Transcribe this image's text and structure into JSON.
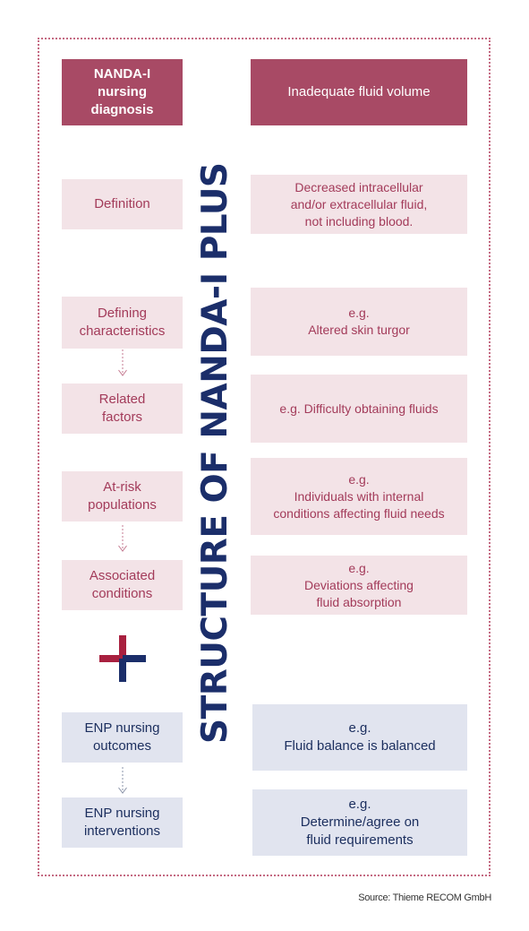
{
  "title": "STRUCTURE OF NANDA-I PLUS",
  "header": {
    "label": "NANDA-I\nnursing\ndiagnosis",
    "value": "Inadequate fluid volume"
  },
  "rows": [
    {
      "label": "Definition",
      "value": "Decreased intracellular\nand/or extracellular fluid,\nnot including blood."
    },
    {
      "label": "Defining\ncharacteristics",
      "value": "e.g.\nAltered skin turgor"
    },
    {
      "label": "Related\nfactors",
      "value": "e.g. Difficulty obtaining fluids"
    },
    {
      "label": "At-risk\npopulations",
      "value": "e.g.\nIndividuals with internal\nconditions affecting fluid needs"
    },
    {
      "label": "Associated\nconditions",
      "value": "e.g.\nDeviations affecting\nfluid absorption"
    },
    {
      "label": "ENP nursing\noutcomes",
      "value": "e.g.\nFluid balance is balanced"
    },
    {
      "label": "ENP nursing\ninterventions",
      "value": "e.g.\nDetermine/agree on\nfluid requirements"
    }
  ],
  "source": "Source: Thieme RECOM GmbH",
  "colors": {
    "dark": "#a84a65",
    "pink_bg": "#f3e3e7",
    "pink_text": "#a33b5a",
    "blue_bg": "#e1e4ef",
    "navy": "#1b2e6a",
    "plus_red": "#a8203f"
  }
}
